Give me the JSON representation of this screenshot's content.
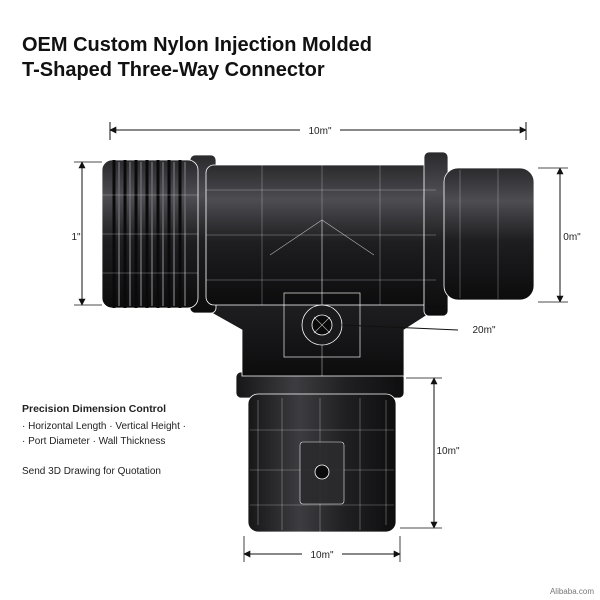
{
  "title": {
    "line1": "OEM Custom Nylon Injection Molded",
    "line2": "T-Shaped Three-Way Connector"
  },
  "dimensions": {
    "top_width": "10m\"",
    "left_height": "1\"",
    "right_height": "0m\"",
    "center_port": "20m\"",
    "bottom_height": "10m\"",
    "bottom_width": "10m\""
  },
  "info": {
    "heading": "Precision Dimension Control",
    "line1": "· Horizontal Length · Vertical Height ·",
    "line2": "· Port Diameter · Wall Thickness",
    "cta": "Send 3D Drawing for Quotation"
  },
  "watermark": "Alibaba.com",
  "colors": {
    "part_body": "#1c1c1e",
    "part_highlight": "#4a4a4e",
    "wireframe": "#ffffff",
    "dimension_line": "#111111",
    "background": "#ffffff"
  }
}
